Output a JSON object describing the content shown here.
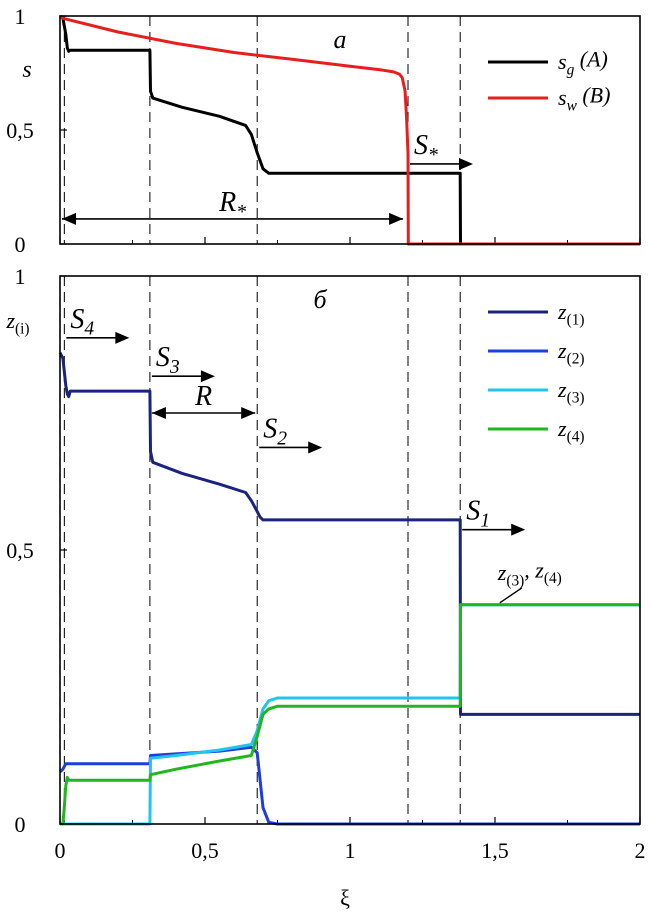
{
  "chart_data": [
    {
      "type": "line",
      "panel_label": "а",
      "ylabel": "s",
      "xlim": [
        0,
        2
      ],
      "ylim": [
        0,
        1
      ],
      "x_ticks": [
        "0",
        "0,5",
        "1",
        "1,5",
        "2"
      ],
      "y_ticks": [
        "0",
        "0,5",
        "1"
      ],
      "legend_position": "top-right",
      "discontinuities": [
        0.015,
        0.31,
        0.68,
        1.2,
        1.38
      ],
      "annotations": [
        {
          "text": "R",
          "sub": "*",
          "from": 0,
          "to": 1.19,
          "y": 0.11
        },
        {
          "text": "S",
          "sub": "*",
          "at": 1.2,
          "y": 0.43
        }
      ],
      "series": [
        {
          "name": "s",
          "sub": "g",
          "suffix": " (A)",
          "color": "#000000",
          "x": [
            0,
            0.01,
            0.02,
            0.025,
            0.03,
            0.035,
            0.04,
            0.31,
            0.312,
            0.32,
            0.42,
            0.55,
            0.64,
            0.66,
            0.68,
            0.7,
            0.72,
            0.76,
            1.38,
            1.381,
            2.0
          ],
          "y": [
            1.0,
            0.99,
            0.92,
            0.86,
            0.845,
            0.85,
            0.85,
            0.85,
            0.67,
            0.64,
            0.6,
            0.56,
            0.52,
            0.48,
            0.4,
            0.33,
            0.31,
            0.31,
            0.31,
            0,
            0
          ]
        },
        {
          "name": "s",
          "sub": "w",
          "suffix": " (B)",
          "color": "#e81e1e",
          "x": [
            0,
            0.01,
            0.2,
            0.4,
            0.6,
            0.8,
            1.0,
            1.1,
            1.15,
            1.17,
            1.18,
            1.19,
            1.195,
            1.2,
            1.201,
            2.0
          ],
          "y": [
            1.0,
            0.99,
            0.93,
            0.88,
            0.84,
            0.81,
            0.78,
            0.765,
            0.755,
            0.745,
            0.73,
            0.67,
            0.55,
            0.4,
            0,
            0
          ]
        }
      ]
    },
    {
      "type": "line",
      "panel_label": "б",
      "ylabel": "z(i)",
      "xlabel": "ξ",
      "xlim": [
        0,
        2
      ],
      "ylim": [
        0,
        1
      ],
      "x_ticks": [
        "0",
        "0,5",
        "1",
        "1,5",
        "2"
      ],
      "y_ticks": [
        "0",
        "0,5",
        "1"
      ],
      "legend_position": "top-right",
      "discontinuities": [
        0.015,
        0.31,
        0.68,
        1.2,
        1.38
      ],
      "annotations": [
        {
          "text": "S",
          "sub": "4",
          "at": 0.015,
          "y": 0.92
        },
        {
          "text": "S",
          "sub": "3",
          "at": 0.31,
          "y": 0.85
        },
        {
          "text": "R",
          "from": 0.31,
          "to": 0.68,
          "y": 0.75
        },
        {
          "text": "S",
          "sub": "2",
          "at": 0.68,
          "y": 0.72
        },
        {
          "text": "S",
          "sub": "1",
          "at": 1.38,
          "y": 0.57
        },
        {
          "text": "z(3), z(4)",
          "at": 1.62,
          "y": 0.46
        }
      ],
      "series": [
        {
          "name": "z(1)",
          "color": "#1a237e",
          "x": [
            0,
            0.01,
            0.02,
            0.025,
            0.03,
            0.035,
            0.04,
            0.31,
            0.312,
            0.32,
            0.42,
            0.55,
            0.64,
            0.66,
            0.68,
            0.69,
            0.7,
            0.72,
            1.38,
            1.381,
            2.0
          ],
          "y": [
            0.86,
            0.85,
            0.8,
            0.785,
            0.78,
            0.79,
            0.79,
            0.79,
            0.68,
            0.66,
            0.64,
            0.62,
            0.605,
            0.59,
            0.57,
            0.56,
            0.555,
            0.555,
            0.555,
            0.2,
            0.2
          ]
        },
        {
          "name": "z(2)",
          "color": "#1f3ddb",
          "x": [
            0,
            0.01,
            0.02,
            0.04,
            0.31,
            0.312,
            0.4,
            0.55,
            0.66,
            0.68,
            0.69,
            0.7,
            0.72,
            0.75,
            2.0
          ],
          "y": [
            0.095,
            0.1,
            0.11,
            0.11,
            0.11,
            0.125,
            0.128,
            0.133,
            0.14,
            0.13,
            0.08,
            0.03,
            0.003,
            0,
            0
          ]
        },
        {
          "name": "z(3)",
          "color": "#22c4ee",
          "x": [
            0,
            0.31,
            0.312,
            0.4,
            0.55,
            0.66,
            0.68,
            0.7,
            0.72,
            0.75,
            1.38,
            1.381,
            2.0
          ],
          "y": [
            0,
            0,
            0.12,
            0.125,
            0.135,
            0.145,
            0.17,
            0.21,
            0.225,
            0.23,
            0.23,
            0.4,
            0.4
          ]
        },
        {
          "name": "z(4)",
          "color": "#22b61e",
          "x": [
            0,
            0.01,
            0.015,
            0.02,
            0.025,
            0.03,
            0.04,
            0.31,
            0.312,
            0.4,
            0.55,
            0.66,
            0.68,
            0.7,
            0.72,
            0.75,
            1.38,
            1.381,
            2.0
          ],
          "y": [
            0,
            0,
            0.03,
            0.07,
            0.085,
            0.08,
            0.08,
            0.08,
            0.09,
            0.1,
            0.115,
            0.125,
            0.16,
            0.2,
            0.21,
            0.215,
            0.215,
            0.4,
            0.4
          ]
        }
      ]
    }
  ]
}
